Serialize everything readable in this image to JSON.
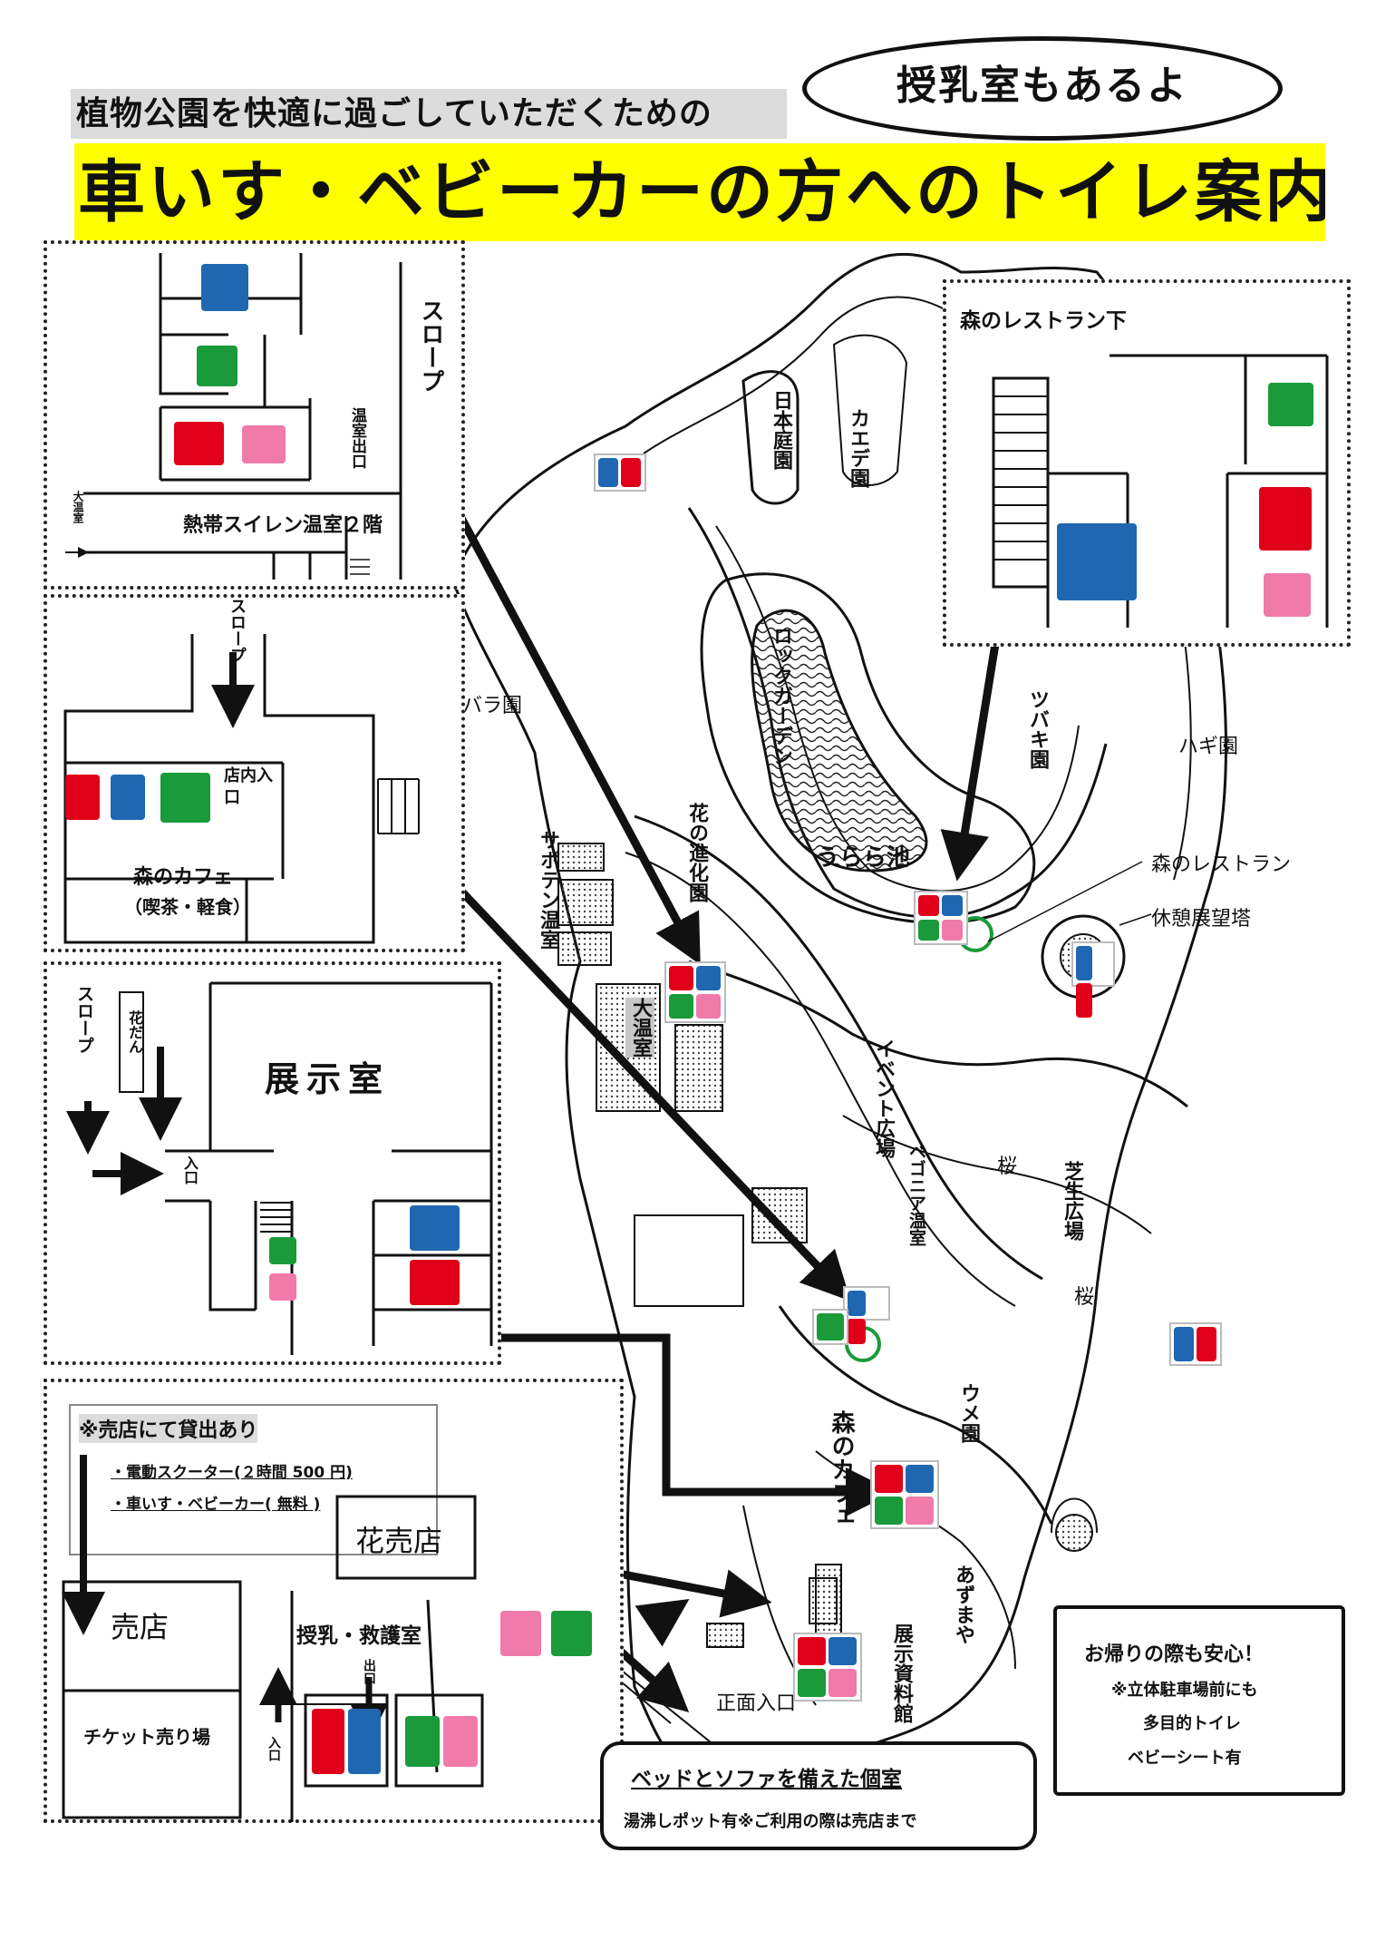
{
  "header": {
    "subtitle": "植物公園を快適に過ごしていただくための",
    "bubble": "授乳室もあるよ",
    "title": "車いす・ベビーカーの方へのトイレ案内"
  },
  "box_greenhouse": {
    "label": "熱帯スイレン温室２階",
    "slope": "スロープ",
    "exit": "温室出口",
    "big_greenhouse": "大温室"
  },
  "box_cafe": {
    "slope": "スロープ",
    "entrance": "店内入口",
    "name": "森のカフェ",
    "sub": "（喫茶・軽食）"
  },
  "box_exhibit": {
    "slope": "スロープ",
    "flowerbed": "花だん",
    "entrance": "入口",
    "room": "展示室"
  },
  "box_shop": {
    "rental_title": "※売店にて貸出あり",
    "rental_items": [
      "・電動スクーター(２時間 500 円)",
      "・車いす・ベビーカー( 無料 )"
    ],
    "shop": "売店",
    "ticket": "チケット売り場",
    "flower_shop": "花売店",
    "nursing": "授乳・救護室",
    "entrance": "入口",
    "exit": "出口"
  },
  "box_restaurant": {
    "label": "森のレストラン下"
  },
  "map_labels": {
    "japanese_garden": "日本庭園",
    "maple": "カエデ園",
    "rock_garden": "ロックガーデン",
    "urara_pond": "うらら池",
    "rose": "バラ園",
    "evolution": "花の進化園",
    "cactus": "サボテン温室",
    "big_greenhouse": "大温室",
    "event": "イベント広場",
    "begonia": "ベゴニア温室",
    "camellia": "ツバキ園",
    "hagi": "ハギ園",
    "restaurant": "森のレストラン",
    "tower": "休憩展望塔",
    "sakura1": "桜",
    "sakura2": "桜",
    "lawn": "芝生広場",
    "ume": "ウメ園",
    "forest_cafe": "森のカフェ",
    "azumaya": "あずまや",
    "exhibit_hall": "展示資料館",
    "main_gate": "正面入口"
  },
  "bottom_note": {
    "line1": "ベッドとソファを備えた個室",
    "line2": "湯沸しポット有※ご利用の際は売店まで"
  },
  "right_note": {
    "line1": "お帰りの際も安心！",
    "line2": "※立体駐車場前にも",
    "line3": "多目的トイレ",
    "line4": "ベビーシート有"
  },
  "icons": {
    "male": "male-toilet-icon",
    "female": "female-toilet-icon",
    "accessible": "wheelchair-icon",
    "baby": "baby-changing-icon",
    "restaurant": "fork-knife-icon",
    "first_aid": "first-aid-icon",
    "colors": {
      "male": "#1f67b1",
      "female": "#e0001a",
      "accessible": "#1a9a3a",
      "baby": "#f07aaa",
      "highlight": "#ffff00"
    }
  }
}
